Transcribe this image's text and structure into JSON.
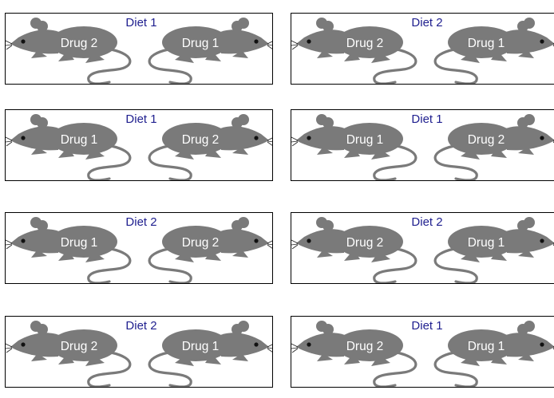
{
  "colors": {
    "mouse": "#7a7a7a",
    "diet_text": "#1f1f8f",
    "drug_text": "#ffffff",
    "border": "#000000"
  },
  "icons": {
    "mouse": "mouse-icon"
  },
  "panels": [
    {
      "diet": "Diet 1",
      "left_drug": "Drug 2",
      "right_drug": "Drug 1"
    },
    {
      "diet": "Diet 2",
      "left_drug": "Drug 2",
      "right_drug": "Drug 1"
    },
    {
      "diet": "Diet 1",
      "left_drug": "Drug 1",
      "right_drug": "Drug 2"
    },
    {
      "diet": "Diet 1",
      "left_drug": "Drug 1",
      "right_drug": "Drug 2"
    },
    {
      "diet": "Diet 2",
      "left_drug": "Drug 1",
      "right_drug": "Drug 2"
    },
    {
      "diet": "Diet 2",
      "left_drug": "Drug 2",
      "right_drug": "Drug 1"
    },
    {
      "diet": "Diet 2",
      "left_drug": "Drug 2",
      "right_drug": "Drug 1"
    },
    {
      "diet": "Diet 1",
      "left_drug": "Drug 2",
      "right_drug": "Drug 1"
    }
  ]
}
